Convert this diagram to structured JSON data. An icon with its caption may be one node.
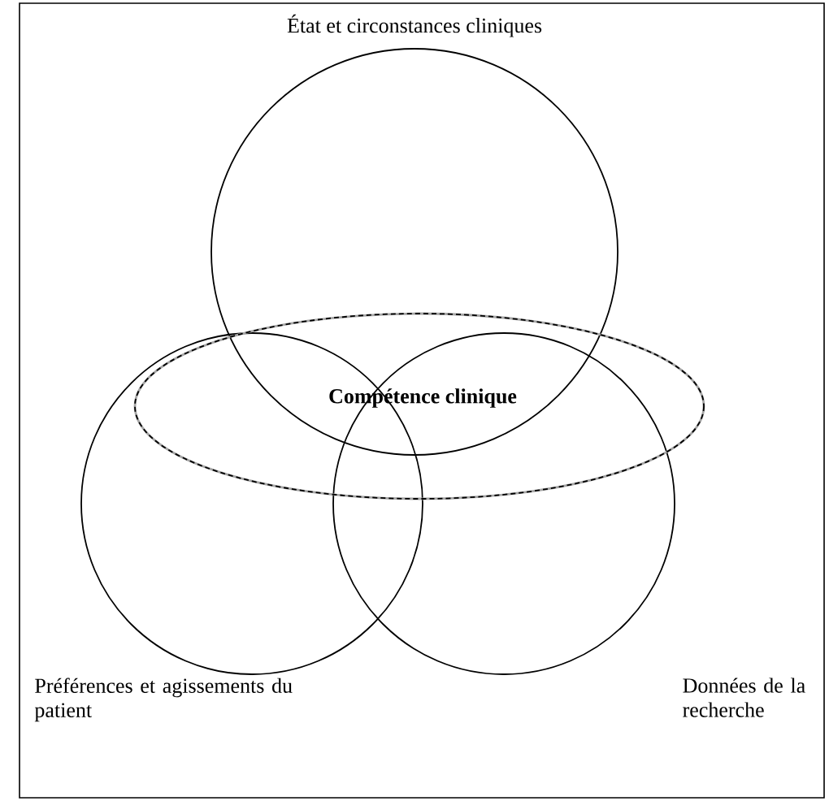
{
  "diagram": {
    "nodes": [
      {
        "text": [
          "État et circonstances cliniques"
        ]
      },
      {
        "text": [
          "Préférences et agissements du patient"
        ]
      },
      {
        "text": [
          "Données de la recherche"
        ]
      },
      {
        "text": [
          "Compétence clinique"
        ]
      }
    ]
  }
}
